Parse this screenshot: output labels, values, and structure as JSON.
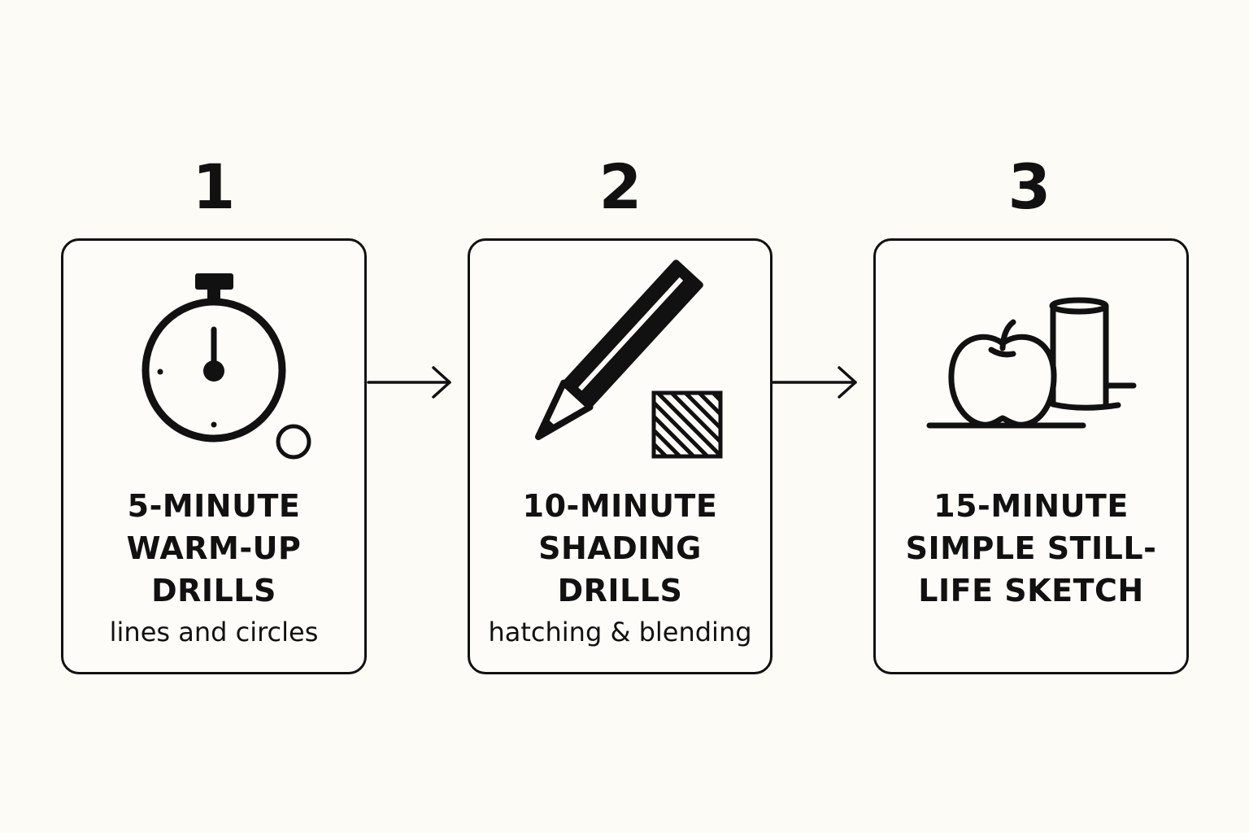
{
  "steps": [
    {
      "number": "1",
      "title": "5-MINUTE\nWARM-UP\nDRILLS",
      "subtitle": "lines and circles",
      "icon": "stopwatch-icon"
    },
    {
      "number": "2",
      "title": "10-MINUTE\nSHADING\nDRILLS",
      "subtitle": "hatching & blending",
      "icon": "pencil-hatching-icon"
    },
    {
      "number": "3",
      "title": "15-MINUTE\nSIMPLE STILL-\nLIFE SKETCH",
      "subtitle": "",
      "icon": "apple-cylinder-icon"
    }
  ],
  "colors": {
    "ink": "#111111",
    "background": "#fcfbf6"
  }
}
